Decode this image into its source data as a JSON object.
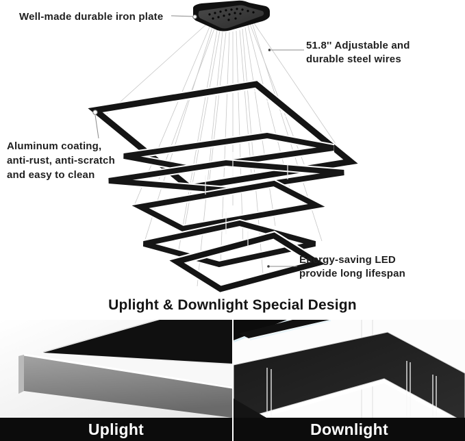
{
  "product_diagram": {
    "annotations": {
      "iron_plate": {
        "text": "Well-made durable iron plate"
      },
      "steel_wires": {
        "line1": "51.8'' Adjustable and",
        "line2": "durable steel wires"
      },
      "aluminum_coating": {
        "line1": "Aluminum coating,",
        "line2": "anti-rust, anti-scratch",
        "line3": "and easy to clean"
      },
      "energy_led": {
        "line1": "Energy-saving LED",
        "line2": "provide long lifespan"
      }
    },
    "section_heading": "Uplight & Downlight Special Design",
    "photo_labels": {
      "left": "Uplight",
      "right": "Downlight"
    },
    "colors": {
      "background": "#ffffff",
      "frame_black": "#141414",
      "label_bar_bg": "#0c0c0c",
      "label_text": "#ffffff",
      "annotation_text": "#1f1f1f",
      "leader_line": "#8a8a8a",
      "wire_gray": "#c9c9c9",
      "frame_gray_photo": "#8c8c8c"
    }
  }
}
